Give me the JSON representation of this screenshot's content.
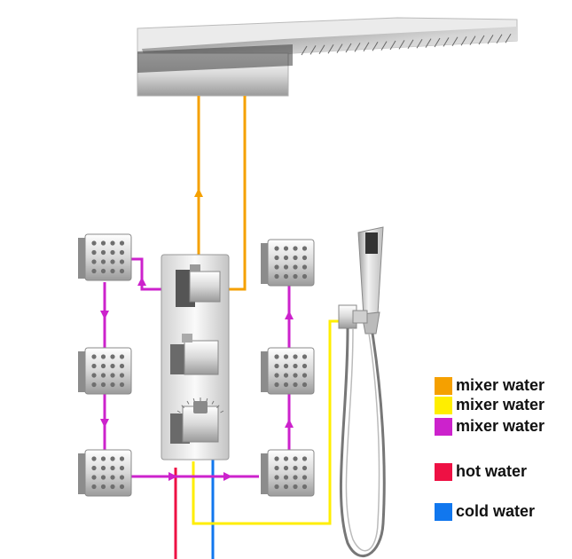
{
  "legend": [
    {
      "label": "mixer water",
      "color": "#f5a000"
    },
    {
      "label": "mixer water",
      "color": "#ffee00"
    },
    {
      "label": "mixer water",
      "color": "#cc22cc"
    },
    {
      "label": "hot water",
      "color": "#ee1144"
    },
    {
      "label": "cold water",
      "color": "#1177ee"
    }
  ],
  "colors": {
    "chrome_light": "#f4f4f4",
    "chrome_mid": "#c9c9c9",
    "chrome_dark": "#7a7a7a",
    "jet_hole": "#6f6f6f"
  },
  "components": {
    "rain_shower_head": "shower-head",
    "thermostatic_valve": "valve-panel",
    "body_jets": 6,
    "hand_shower": "hand-shower",
    "hose": "shower-hose"
  }
}
